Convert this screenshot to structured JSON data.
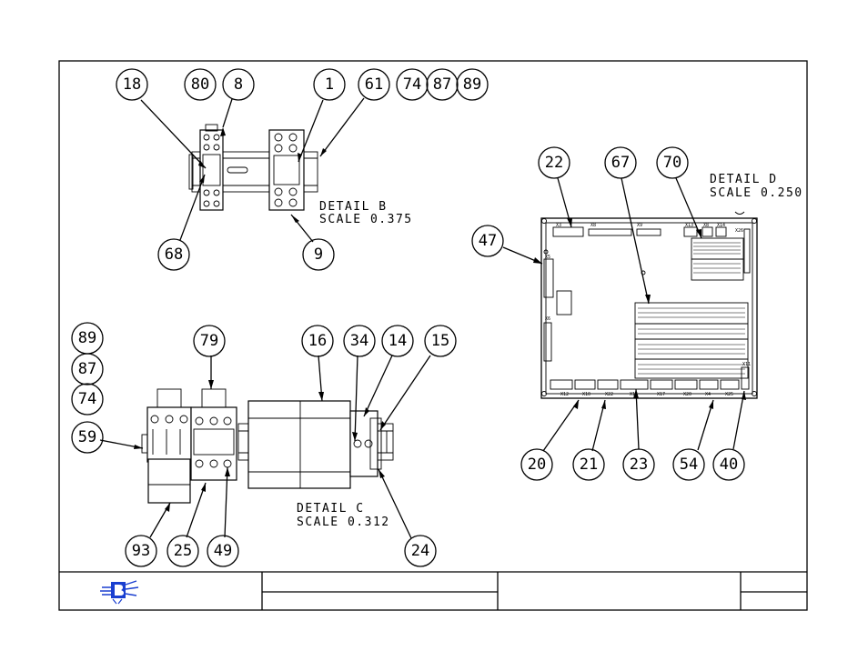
{
  "details": {
    "b": {
      "title": "DETAIL  B",
      "scale": "SCALE  0.375"
    },
    "c": {
      "title": "DETAIL  C",
      "scale": "SCALE  0.312"
    },
    "d": {
      "title": "DETAIL  D",
      "scale": "SCALE  0.250"
    }
  },
  "balloons": {
    "b": [
      "18",
      "80",
      "8",
      "1",
      "61",
      "74",
      "87",
      "89",
      "68",
      "9"
    ],
    "d": [
      "22",
      "67",
      "70",
      "47",
      "20",
      "21",
      "23",
      "54",
      "40"
    ],
    "c": [
      "89",
      "87",
      "74",
      "59",
      "79",
      "16",
      "34",
      "14",
      "15",
      "93",
      "25",
      "49",
      "24"
    ]
  },
  "pcb_labels": [
    "X3",
    "X8",
    "X9",
    "X13",
    "X8",
    "X14",
    "X26",
    "X5",
    "X6",
    "X12",
    "X10",
    "X22",
    "X16",
    "X17",
    "X20",
    "X4",
    "X25",
    "X11"
  ],
  "colors": {
    "line": "#000000",
    "logo": "#1a3fd0"
  },
  "logo_icon": "company-logo-icon"
}
